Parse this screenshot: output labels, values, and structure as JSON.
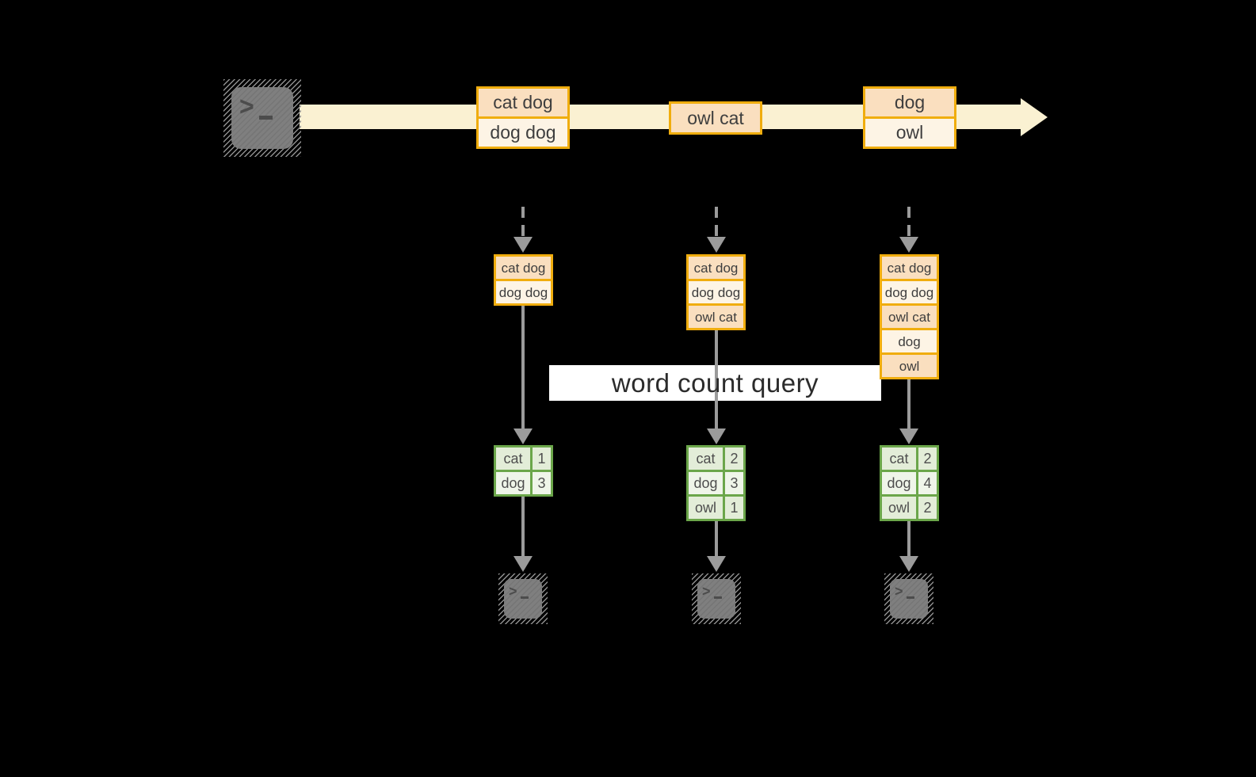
{
  "query": {
    "label": "word count query"
  },
  "stream": {
    "events": [
      {
        "lines": [
          "cat dog",
          "dog dog"
        ]
      },
      {
        "lines": [
          "owl cat"
        ]
      },
      {
        "lines": [
          "dog",
          "owl"
        ]
      }
    ]
  },
  "columns": [
    {
      "buffered_lines": [
        "cat dog",
        "dog dog"
      ],
      "word_counts": [
        {
          "word": "cat",
          "count": "1"
        },
        {
          "word": "dog",
          "count": "3"
        }
      ]
    },
    {
      "buffered_lines": [
        "cat dog",
        "dog dog",
        "owl cat"
      ],
      "word_counts": [
        {
          "word": "cat",
          "count": "2"
        },
        {
          "word": "dog",
          "count": "3"
        },
        {
          "word": "owl",
          "count": "1"
        }
      ]
    },
    {
      "buffered_lines": [
        "cat dog",
        "dog dog",
        "owl cat",
        "dog",
        "owl"
      ],
      "word_counts": [
        {
          "word": "cat",
          "count": "2"
        },
        {
          "word": "dog",
          "count": "4"
        },
        {
          "word": "owl",
          "count": "2"
        }
      ]
    }
  ],
  "icons": {
    "prompt_chevron": ">",
    "source_terminal": "terminal-prompt-icon",
    "result_terminal": "terminal-prompt-icon"
  },
  "colors": {
    "background": "#000000",
    "stream_fill": "#FAF1D2",
    "box_border": "#F0AD0E",
    "cell_peach": "#FADFBF",
    "cell_cream": "#FDF4E5",
    "table_border": "#6BA64A",
    "table_row_a": "#E3EDD8",
    "table_row_b": "#EFF5E9",
    "arrow_gray": "#9B9B9B",
    "terminal_gray": "#7F7F7F",
    "query_band_bg": "#FFFFFF"
  }
}
